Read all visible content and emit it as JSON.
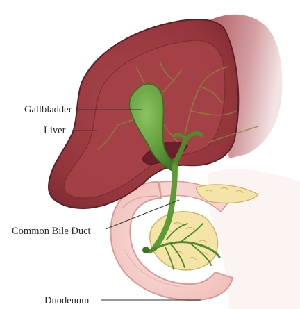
{
  "labels": {
    "gallbladder": "Gallbladder",
    "liver": "Liver",
    "common_bile_duct": "Common Bile Duct",
    "duodenum": "Duodenum"
  },
  "colors": {
    "liver": "#9b3b40",
    "liver_dark": "#7e2b33",
    "liver_light": "#c98a90",
    "gallbladder": "#5f9a3a",
    "bile_duct": "#6ca540",
    "duodenum": "#f3c9c5",
    "duodenum_edge": "#d99994",
    "pancreas": "#f4e4a8",
    "leader_line": "#333333"
  }
}
